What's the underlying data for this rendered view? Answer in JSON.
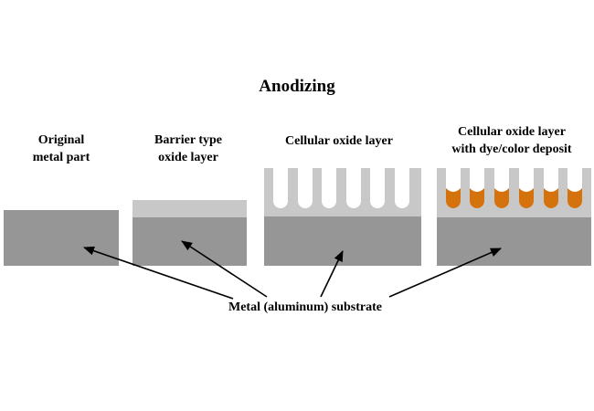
{
  "title": "Anodizing",
  "panels": [
    {
      "label_lines": [
        "Original",
        "metal part"
      ]
    },
    {
      "label_lines": [
        "Barrier type",
        "oxide layer"
      ]
    },
    {
      "label_lines": [
        "Cellular oxide layer"
      ]
    },
    {
      "label_lines": [
        "Cellular oxide layer",
        "with dye/color deposit"
      ]
    }
  ],
  "substrate_label": "Metal (aluminum) substrate",
  "colors": {
    "metal": "#969696",
    "oxide": "#c8c8c8",
    "dye": "#d4730e",
    "background": "#ffffff"
  }
}
